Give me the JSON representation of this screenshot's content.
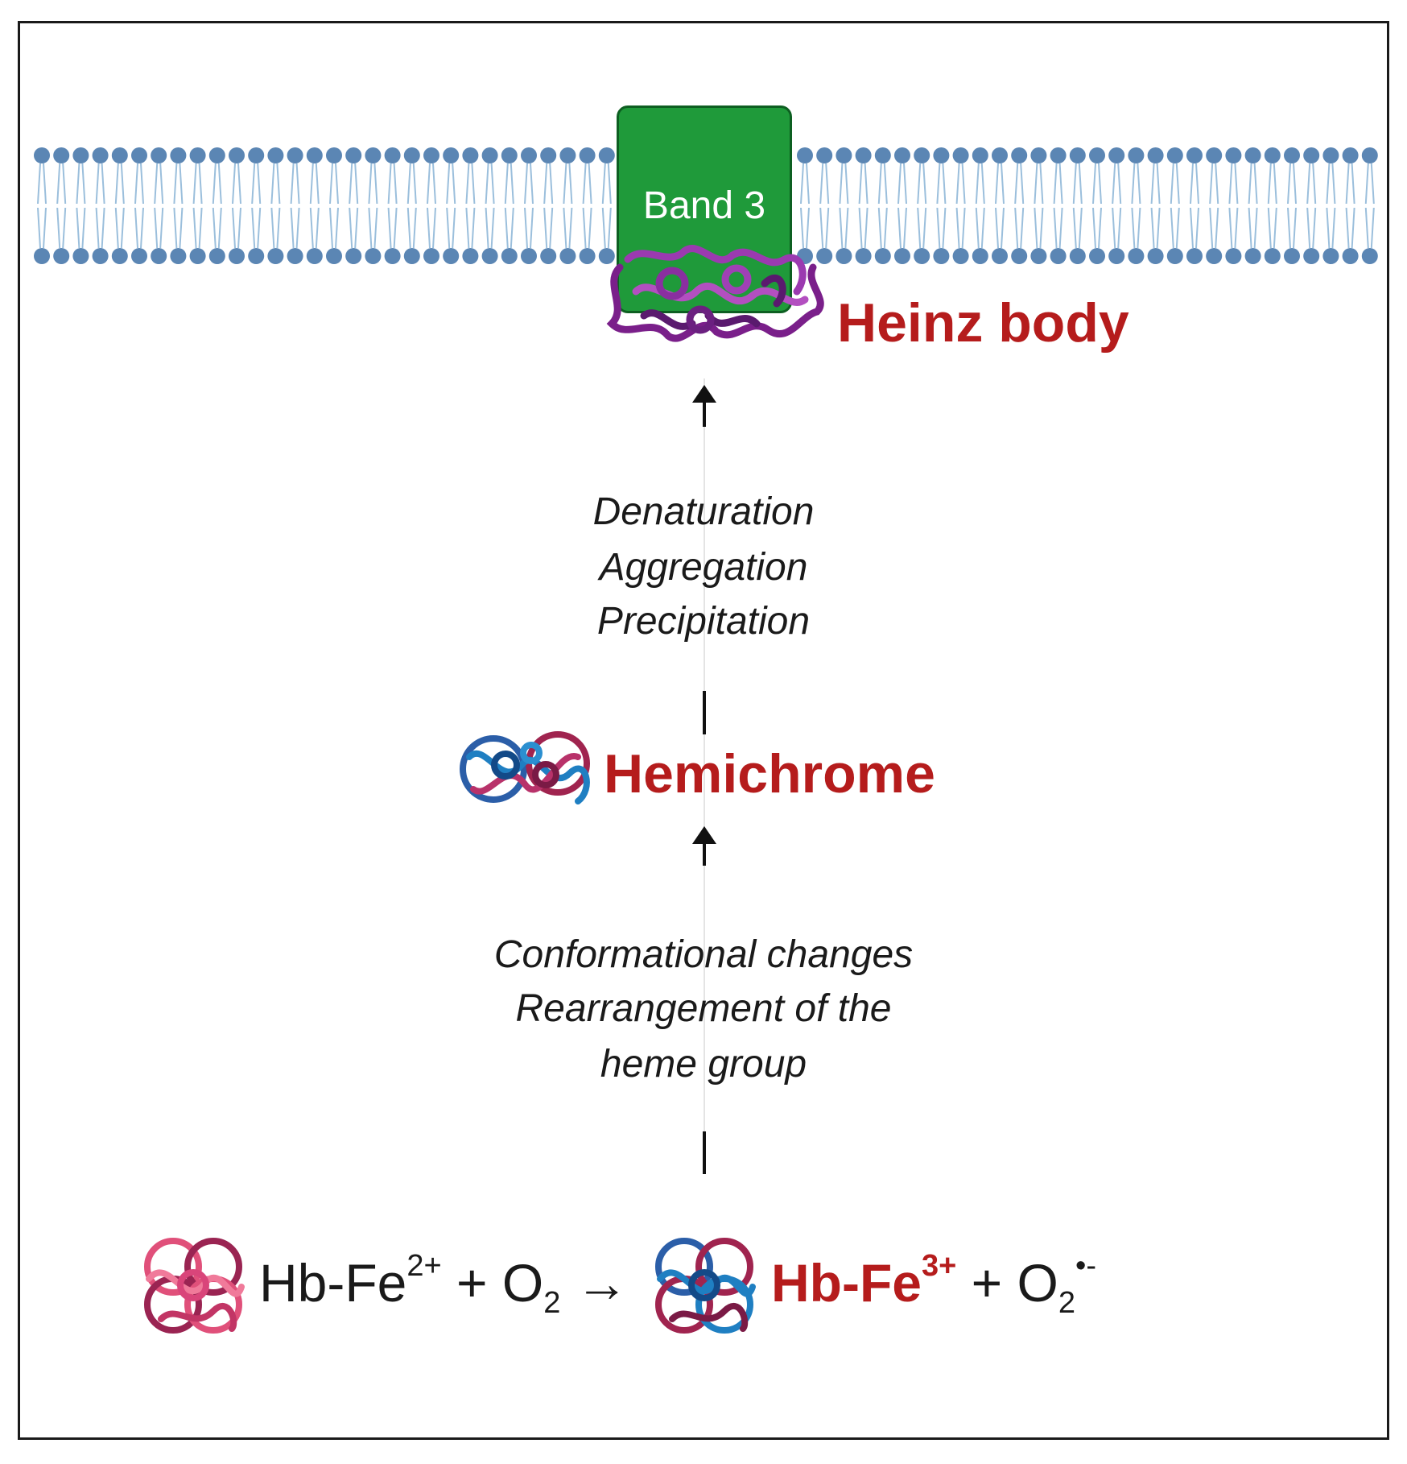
{
  "membrane": {
    "head_color": "#5b86b4",
    "tail_color": "#9bbfdc"
  },
  "band3": {
    "label": "Band 3",
    "color": "#1f9a3a"
  },
  "heinz_body": {
    "label": "Heinz body",
    "color": "#b51c1c"
  },
  "upper_steps": [
    "Denaturation",
    "Aggregation",
    "Precipitation"
  ],
  "hemichrome": {
    "label": "Hemichrome"
  },
  "lower_steps": [
    "Conformational changes",
    "Rearrangement of the",
    "heme group"
  ],
  "reaction": {
    "reactant": "Hb-Fe",
    "reactant_charge": "2+",
    "plus_1": "+ O",
    "o2_sub": "2",
    "arrow": "→",
    "product": "Hb-Fe",
    "product_charge": "3+",
    "plus_2": "+ O",
    "superoxide_sub": "2",
    "superoxide_charge": "•-"
  }
}
